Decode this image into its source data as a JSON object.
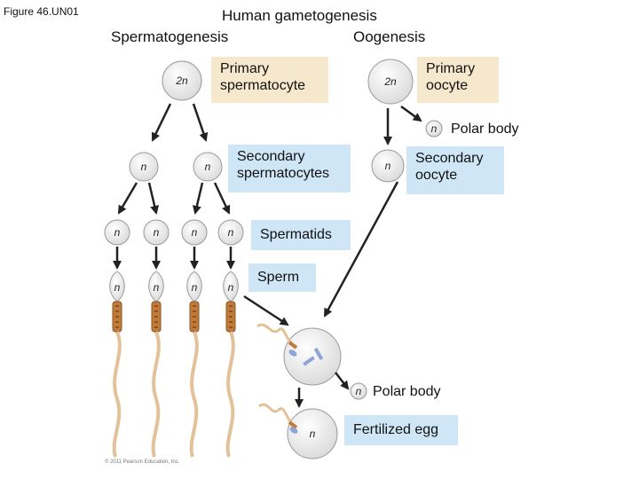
{
  "figure_label": "Figure 46.UN01",
  "title": "Human gametogenesis",
  "headings": {
    "left": "Spermatogenesis",
    "right": "Oogenesis"
  },
  "labels": {
    "primary_spermatocyte": "Primary spermatocyte",
    "primary_oocyte": "Primary oocyte",
    "polar_body_1": "Polar body",
    "secondary_spermatocytes": "Secondary spermatocytes",
    "secondary_oocyte": "Secondary oocyte",
    "spermatids": "Spermatids",
    "sperm": "Sperm",
    "polar_body_2": "Polar body",
    "fertilized_egg": "Fertilized egg"
  },
  "ploidy": {
    "diploid": "2n",
    "haploid": "n"
  },
  "credit": "© 2011 Pearson Education, Inc.",
  "colors": {
    "label_tan": "#f6e8cc",
    "label_blue": "#cfe6f7",
    "arrow": "#222222",
    "cell_fill": "#f1f1f1",
    "sperm_midpiece": "#c07a3a"
  }
}
